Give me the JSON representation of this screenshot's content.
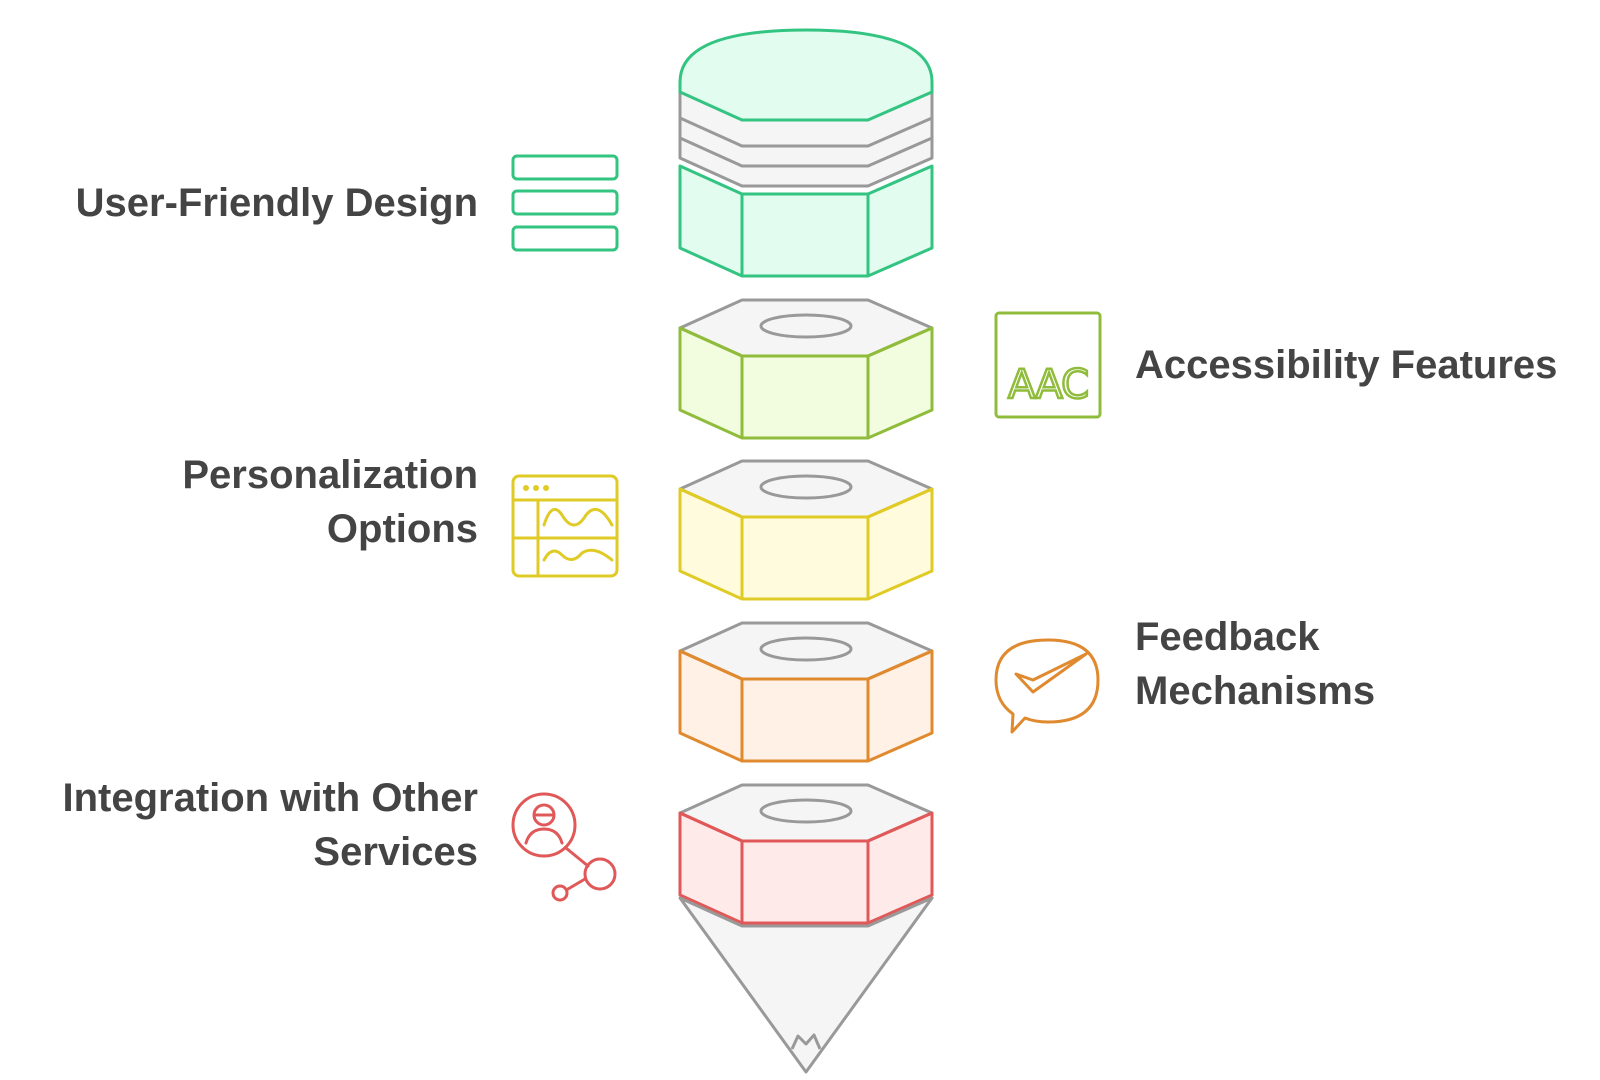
{
  "diagram": {
    "stages": [
      {
        "key": "user_friendly_design",
        "lines": [
          "User-Friendly Design"
        ],
        "side": "left",
        "color": "#33c482",
        "fill": "#e2fcef",
        "icon": "list-icon"
      },
      {
        "key": "accessibility_features",
        "lines": [
          "Accessibility Features"
        ],
        "side": "right",
        "color": "#90bc3c",
        "fill": "#f2fcdf",
        "icon": "aac-icon"
      },
      {
        "key": "personalization_options",
        "lines": [
          "Personalization",
          "Options"
        ],
        "side": "left",
        "color": "#e0cb26",
        "fill": "#fffbdc",
        "icon": "window-chart-icon"
      },
      {
        "key": "feedback_mechanisms",
        "lines": [
          "Feedback",
          "Mechanisms"
        ],
        "side": "right",
        "color": "#e08a30",
        "fill": "#fff1e6",
        "icon": "chat-check-icon"
      },
      {
        "key": "integration_other_services",
        "lines": [
          "Integration with Other",
          "Services"
        ],
        "side": "left",
        "color": "#e05858",
        "fill": "#ffeaea",
        "icon": "user-network-icon"
      }
    ],
    "aac_icon_text": "AAC",
    "tip_color": "#999999",
    "tip_fill": "#f5f5f5"
  }
}
